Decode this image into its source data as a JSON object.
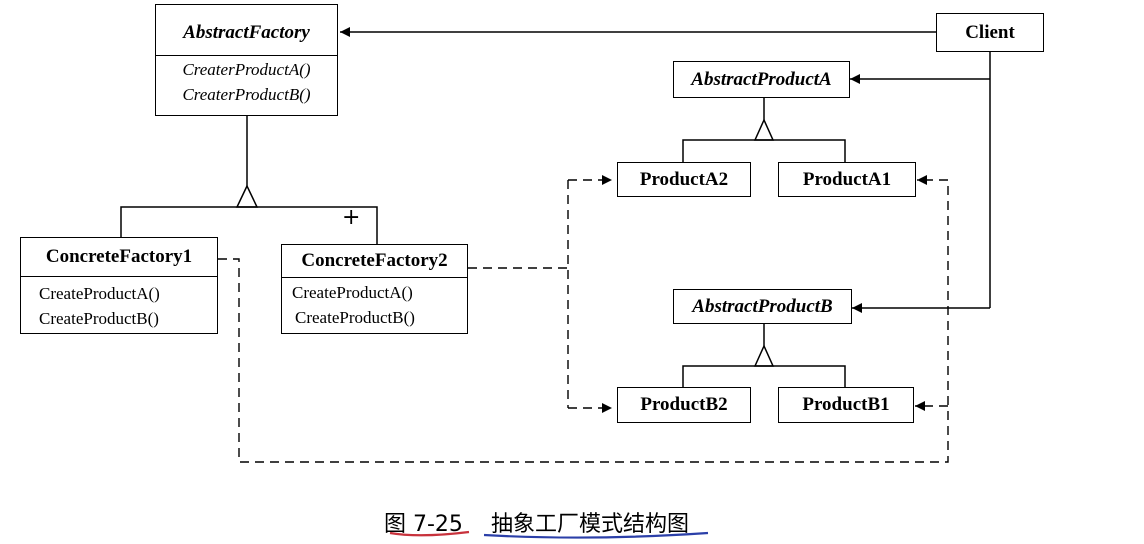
{
  "abstract_factory": {
    "name": "AbstractFactory",
    "methods": [
      "CreaterProductA()",
      "CreaterProductB()"
    ]
  },
  "concrete_factory_1": {
    "name": "ConcreteFactory1",
    "methods": [
      "CreateProductA()",
      "CreateProductB()"
    ]
  },
  "concrete_factory_2": {
    "name": "ConcreteFactory2",
    "methods": [
      "CreateProductA()",
      "CreateProductB()"
    ]
  },
  "client": {
    "name": "Client"
  },
  "abstract_product_a": {
    "name": "AbstractProductA"
  },
  "abstract_product_b": {
    "name": "AbstractProductB"
  },
  "product_a2": {
    "name": "ProductA2"
  },
  "product_a1": {
    "name": "ProductA1"
  },
  "product_b2": {
    "name": "ProductB2"
  },
  "product_b1": {
    "name": "ProductB1"
  },
  "plus_mark": "+",
  "caption": {
    "figure_number": "图 7-25",
    "title": "抽象工厂模式结构图"
  },
  "colors": {
    "ink": "#000000",
    "blue_highlight": "#2b3fa8",
    "red_highlight": "#c8323c"
  }
}
